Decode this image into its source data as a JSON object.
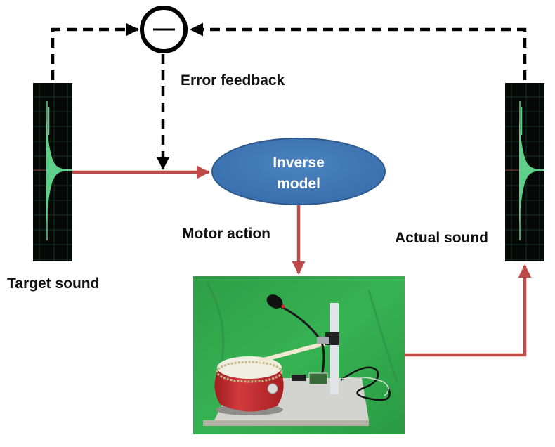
{
  "figure": {
    "type": "feedback-loop-diagram",
    "labels": {
      "error_feedback": "Error feedback",
      "target_sound": "Target sound",
      "actual_sound": "Actual sound",
      "motor_action": "Motor action",
      "inverse_model_line1": "Inverse",
      "inverse_model_line2": "model"
    },
    "comparator": {
      "symbol": "—",
      "operation": "subtract"
    },
    "nodes": [
      {
        "id": "target-sound",
        "kind": "waveform",
        "label": "Target sound"
      },
      {
        "id": "comparator",
        "kind": "summing-junction",
        "label": "—"
      },
      {
        "id": "inverse-model",
        "kind": "ellipse",
        "label": "Inverse model"
      },
      {
        "id": "robot-drum",
        "kind": "photo",
        "label": "Drum-playing robot with microphone"
      },
      {
        "id": "actual-sound",
        "kind": "waveform",
        "label": "Actual sound"
      }
    ],
    "edges": [
      {
        "from": "target-sound",
        "to": "inverse-model",
        "style": "solid",
        "color": "red"
      },
      {
        "from": "inverse-model",
        "to": "robot-drum",
        "style": "solid",
        "color": "red",
        "label": "Motor action"
      },
      {
        "from": "robot-drum",
        "to": "actual-sound",
        "style": "solid",
        "color": "red"
      },
      {
        "from": "target-sound",
        "to": "comparator",
        "style": "dashed",
        "color": "black"
      },
      {
        "from": "actual-sound",
        "to": "comparator",
        "style": "dashed",
        "color": "black"
      },
      {
        "from": "comparator",
        "to": "inverse-model",
        "style": "dashed",
        "color": "black",
        "label": "Error feedback"
      }
    ],
    "colors": {
      "signal_arrow": "#BE4B48",
      "feedback_arrow": "#000000",
      "ellipse_fill": "#3E76B5",
      "ellipse_stroke": "#2F5A8E",
      "ellipse_text": "#FFFFFF",
      "waveform_bg": "#050806",
      "waveform_grid": "#17331F",
      "waveform_trace": "#5FD08A",
      "waveform_baseline": "#8A2A2A",
      "photo_bg": "#2FA84A",
      "drum_body": "#C0282C",
      "drum_head": "#F1EEE2",
      "base_plate": "#C9C9C6"
    }
  }
}
